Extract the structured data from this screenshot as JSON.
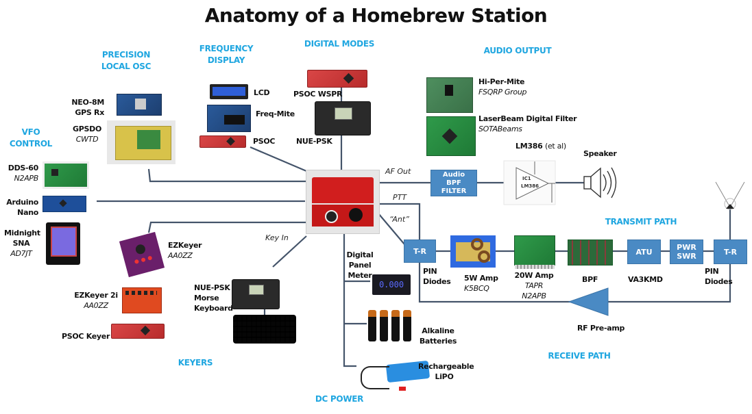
{
  "title": "Anatomy of a Homebrew Station",
  "sections": {
    "precision_local_osc": "PRECISION\nLOCAL OSC",
    "frequency_display": "FREQUENCY\nDISPLAY",
    "digital_modes": "DIGITAL MODES",
    "audio_output": "AUDIO OUTPUT",
    "vfo_control": "VFO\nCONTROL",
    "transmit_path": "TRANSMIT PATH",
    "receive_path": "RECEIVE PATH",
    "keyers": "KEYERS",
    "dc_power": "DC POWER"
  },
  "components": {
    "neo8m": {
      "name": "NEO-8M",
      "line2": "GPS Rx"
    },
    "gpsdo": {
      "name": "GPSDO",
      "maker": "CWTD"
    },
    "lcd": {
      "name": "LCD"
    },
    "freqmite": {
      "name": "Freq-Mite"
    },
    "psoc_display": {
      "name": "PSOC"
    },
    "psoc_wspr": {
      "name": "PSOC WSPR"
    },
    "nue_psk": {
      "name": "NUE-PSK"
    },
    "hipermite": {
      "name": "Hi-Per-Mite",
      "maker": "FSQRP Group"
    },
    "laserbeam": {
      "name": "LaserBeam Digital Filter",
      "maker": "SOTABeams"
    },
    "lm386": {
      "name": "LM386",
      "suffix": "(et al)",
      "chip_label1": "IC1",
      "chip_label2": "LM386"
    },
    "speaker": {
      "name": "Speaker"
    },
    "dds60": {
      "name": "DDS-60",
      "maker": "N2APB"
    },
    "arduino": {
      "name": "Arduino",
      "line2": "Nano"
    },
    "midnight_sna": {
      "name": "Midnight",
      "line2": "SNA",
      "maker": "AD7JT"
    },
    "ezkeyer": {
      "name": "EZKeyer",
      "maker": "AA0ZZ"
    },
    "ezkeyer2i": {
      "name": "EZKeyer 2i",
      "maker": "AA0ZZ"
    },
    "psoc_keyer": {
      "name": "PSOC Keyer"
    },
    "nue_psk_kb": {
      "name": "NUE-PSK",
      "line2": "Morse",
      "line3": "Keyboard"
    },
    "panel_meter": {
      "name": "Digital",
      "line2": "Panel",
      "line3": "Meter",
      "reading": "0.000"
    },
    "alkaline": {
      "name": "Alkaline",
      "line2": "Batteries"
    },
    "lipo": {
      "name": "Rechargeable",
      "line2": "LiPO"
    },
    "amp5w": {
      "name": "5W Amp",
      "maker": "K5BCQ"
    },
    "amp20w": {
      "name": "20W Amp",
      "maker": "TAPR",
      "maker2": "N2APB"
    },
    "bpf": {
      "name": "BPF"
    },
    "va3kmd": {
      "name": "VA3KMD"
    },
    "pin_left": {
      "name": "PIN",
      "line2": "Diodes"
    },
    "pin_right": {
      "name": "PIN",
      "line2": "Diodes"
    },
    "rf_preamp": {
      "name": "RF Pre-amp"
    }
  },
  "boxes": {
    "audio_bpf": "Audio\nBPF\nFILTER",
    "tr_left": "T-R",
    "tr_right": "T-R",
    "atu": "ATU",
    "pwr_swr": "PWR\nSWR"
  },
  "signals": {
    "af_out": "AF Out",
    "ptt": "PTT",
    "ant": "“Ant”",
    "key_in": "Key In"
  },
  "colors": {
    "section": "#1fa6e0",
    "wire": "#44546a",
    "box": "#4a8ac4"
  }
}
